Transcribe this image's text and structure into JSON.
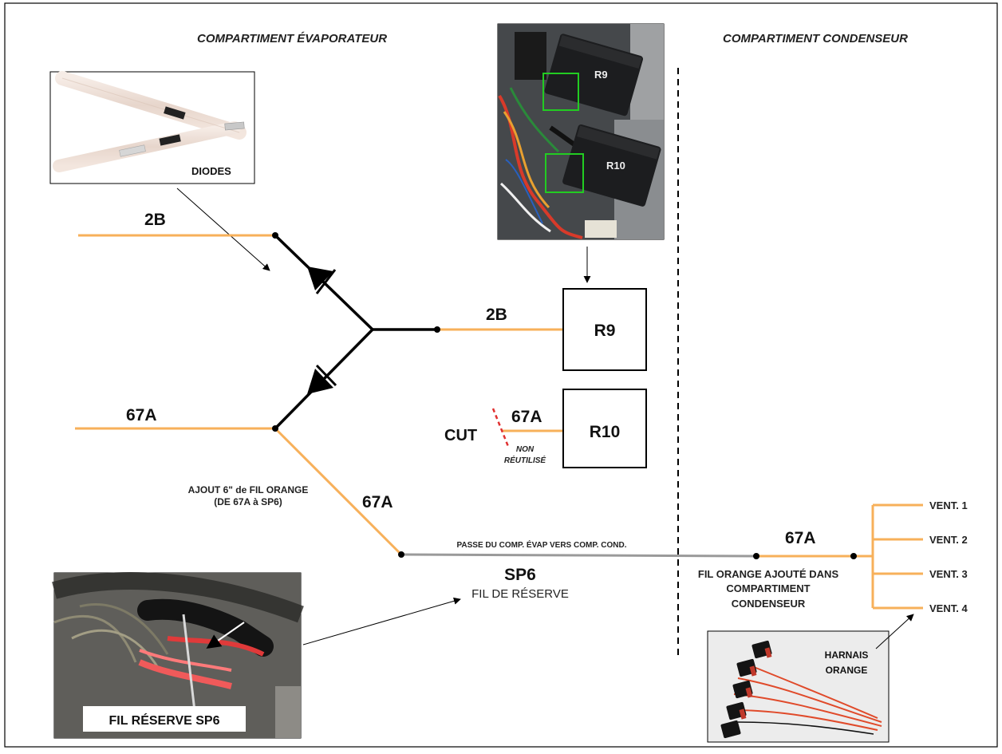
{
  "headers": {
    "evaporator": "COMPARTIMENT ÉVAPORATEUR",
    "condenser": "COMPARTIMENT CONDENSEUR"
  },
  "photos": {
    "diodes_caption": "DIODES",
    "relay_r9": "R9",
    "relay_r10": "R10",
    "spare_wire_caption": "FIL RÉSERVE SP6",
    "harness_caption_line1": "HARNAIS",
    "harness_caption_line2": "ORANGE"
  },
  "wires": {
    "top_input": "2B",
    "bottom_input": "67A",
    "to_r9": "2B",
    "to_r10": "67A",
    "diagonal": "67A",
    "condenser": "67A"
  },
  "relays": {
    "r9": "R9",
    "r10": "R10"
  },
  "labels": {
    "cut": "CUT",
    "non_reused_line1": "NON",
    "non_reused_line2": "RÉUTILISÉ",
    "added_line1": "AJOUT 6\" de FIL ORANGE",
    "added_line2": "(DE 67A à SP6)",
    "pass_through": "PASSE DU COMP. ÉVAP VERS COMP. COND.",
    "sp6": "SP6",
    "spare": "FIL DE RÉSERVE",
    "condenser_added_line1": "FIL ORANGE AJOUTÉ DANS",
    "condenser_added_line2": "COMPARTIMENT",
    "condenser_added_line3": "CONDENSEUR"
  },
  "vents": [
    "VENT. 1",
    "VENT. 2",
    "VENT. 3",
    "VENT. 4"
  ],
  "colors": {
    "orange_wire": "#f7b05a",
    "black_wire": "#000000",
    "gray_wire": "#9a9a9a",
    "cut_mark": "#e03030",
    "relay_photo_box": "#22cc22"
  }
}
